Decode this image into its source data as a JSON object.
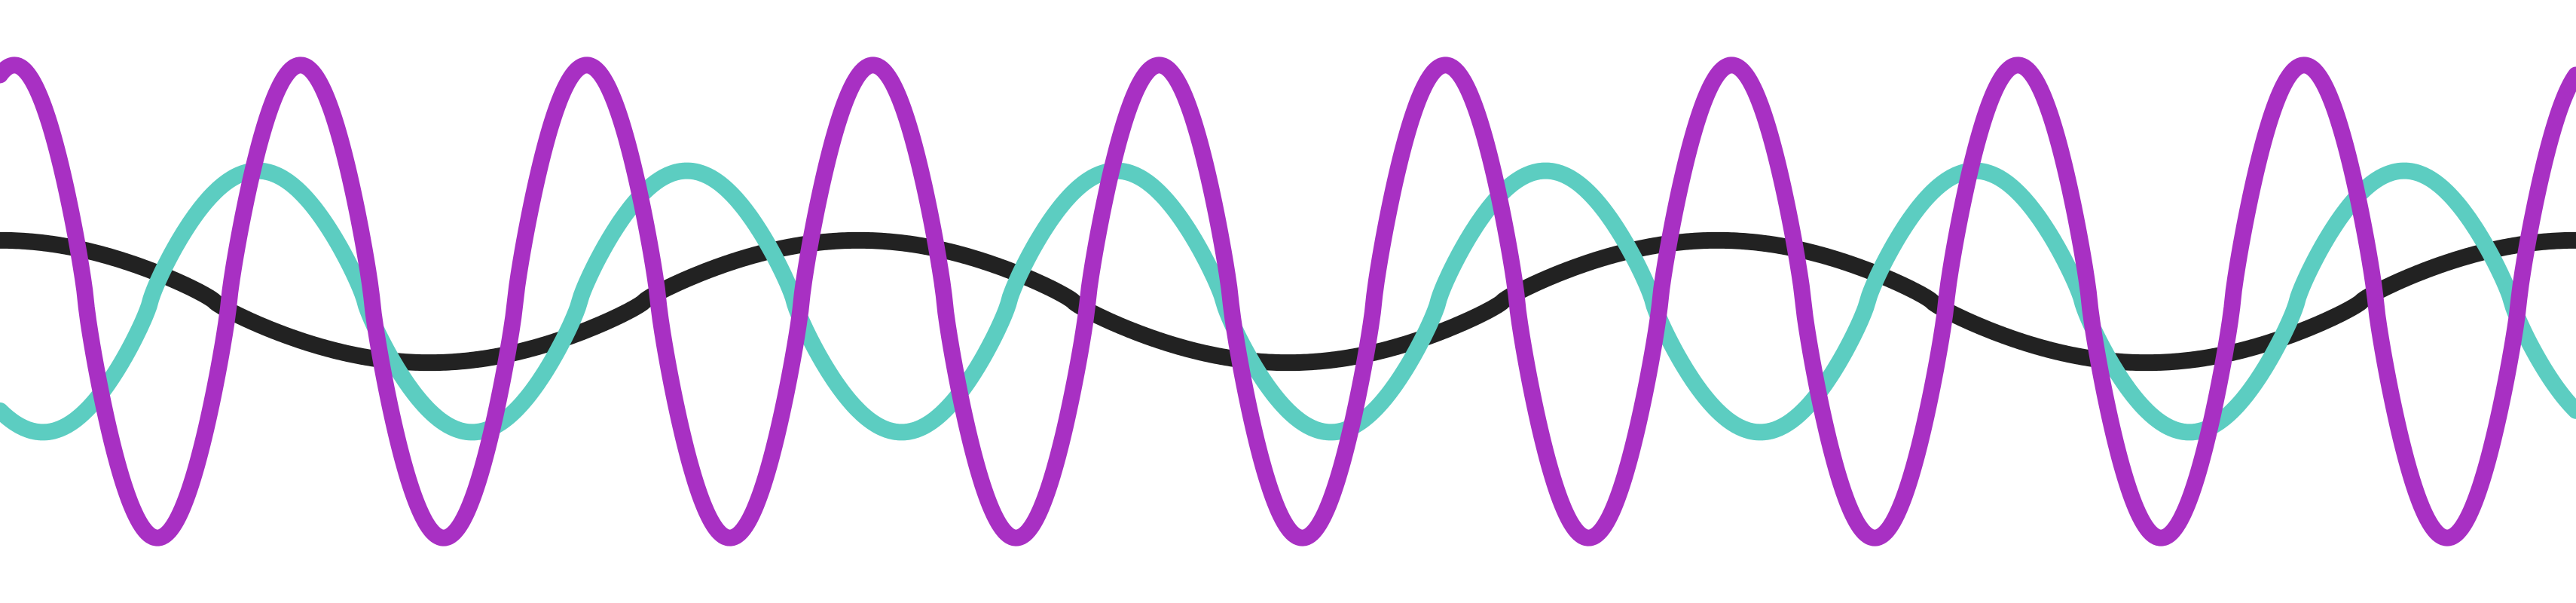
{
  "figure": {
    "background_color": "#ffffff",
    "waves": [
      {
        "color": "#222222",
        "description_role": "slow-wave",
        "cycles_across_width": 3,
        "phase_cycles": 0.25,
        "amplitude": 0.22,
        "center": 0.5,
        "stroke_weight": "medium"
      },
      {
        "color": "#5ccdc1",
        "description_role": "medium-wave",
        "cycles_across_width": 6,
        "phase_cycles": 0.65,
        "amplitude": 0.47,
        "center": 0.5,
        "stroke_weight": "medium"
      },
      {
        "color": "#a830c3",
        "description_role": "fast-wave",
        "cycles_across_width": 9,
        "phase_cycles": 0.2,
        "amplitude": 0.85,
        "center": 0.5,
        "stroke_weight": "medium"
      }
    ]
  }
}
